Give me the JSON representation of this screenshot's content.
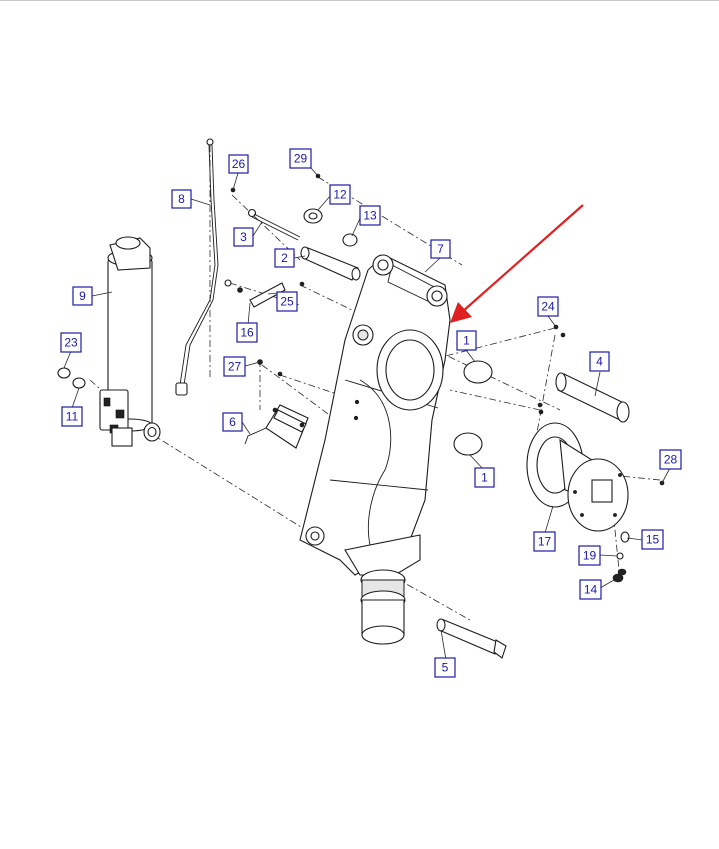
{
  "diagram": {
    "callouts": [
      {
        "id": "c26",
        "label": "26"
      },
      {
        "id": "c29",
        "label": "29"
      },
      {
        "id": "c8",
        "label": "8"
      },
      {
        "id": "c12",
        "label": "12"
      },
      {
        "id": "c13",
        "label": "13"
      },
      {
        "id": "c3",
        "label": "3"
      },
      {
        "id": "c7",
        "label": "7"
      },
      {
        "id": "c2",
        "label": "2"
      },
      {
        "id": "c9",
        "label": "9"
      },
      {
        "id": "c25",
        "label": "25"
      },
      {
        "id": "c24",
        "label": "24"
      },
      {
        "id": "c16",
        "label": "16"
      },
      {
        "id": "c1a",
        "label": "1"
      },
      {
        "id": "c23",
        "label": "23"
      },
      {
        "id": "c4",
        "label": "4"
      },
      {
        "id": "c27",
        "label": "27"
      },
      {
        "id": "c11",
        "label": "11"
      },
      {
        "id": "c6",
        "label": "6"
      },
      {
        "id": "c28",
        "label": "28"
      },
      {
        "id": "c1b",
        "label": "1"
      },
      {
        "id": "c17",
        "label": "17"
      },
      {
        "id": "c15",
        "label": "15"
      },
      {
        "id": "c19",
        "label": "19"
      },
      {
        "id": "c14",
        "label": "14"
      },
      {
        "id": "c5",
        "label": "5"
      }
    ],
    "highlight_arrow_color": "#e02020",
    "callout_color": "#1a1aa8"
  }
}
